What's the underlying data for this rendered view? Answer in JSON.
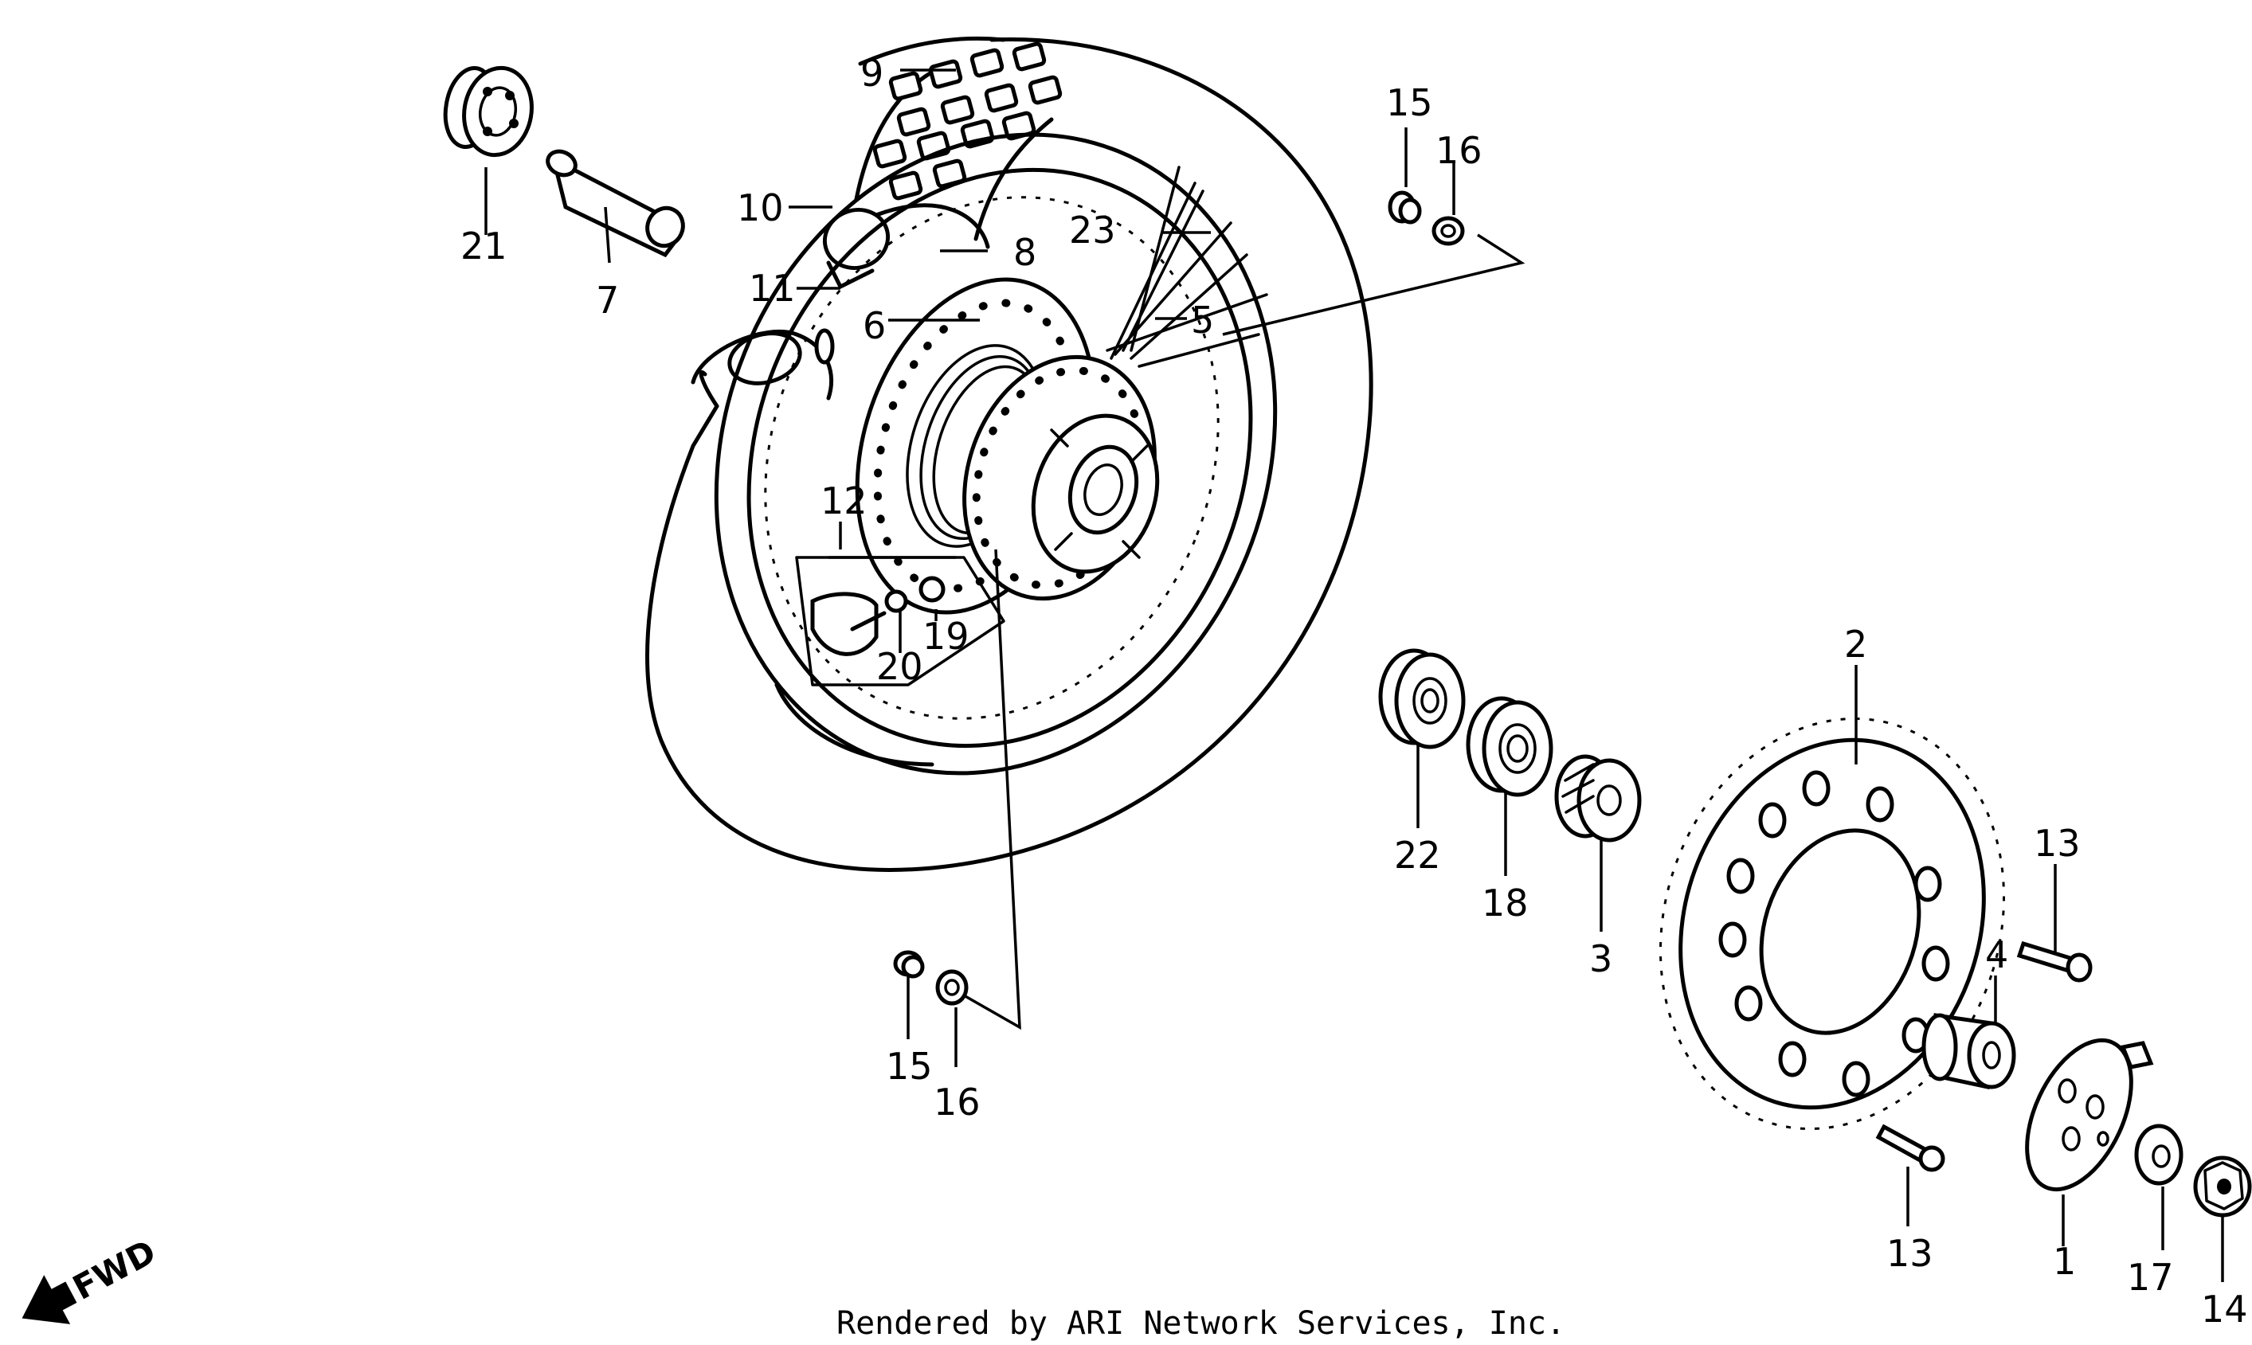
{
  "callouts": {
    "c1": "1",
    "c2": "2",
    "c3": "3",
    "c4": "4",
    "c5": "5",
    "c6": "6",
    "c7": "7",
    "c8": "8",
    "c9": "9",
    "c10": "10",
    "c11": "11",
    "c12": "12",
    "c13a": "13",
    "c13b": "13",
    "c14": "14",
    "c15a": "15",
    "c15b": "15",
    "c16a": "16",
    "c16b": "16",
    "c17": "17",
    "c18": "18",
    "c19": "19",
    "c20": "20",
    "c21": "21",
    "c22": "22",
    "c23": "23"
  },
  "direction_label": "FWD",
  "footer": "Rendered by ARI Network Services, Inc."
}
